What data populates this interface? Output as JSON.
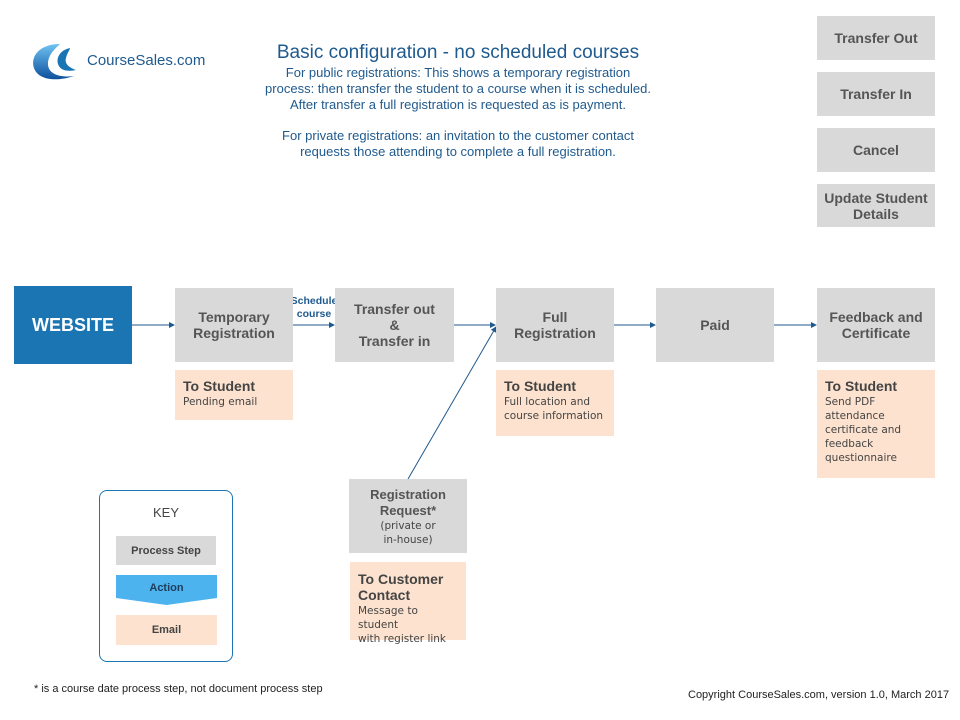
{
  "logo": {
    "text": "CourseSales.com",
    "icon": "coursesales-logo-icon"
  },
  "header": {
    "title": "Basic configuration - no scheduled courses",
    "public_desc": "For public registrations: This shows a temporary registration process: then transfer the student to a course when it is scheduled. After transfer a full registration is requested as is payment.",
    "private_desc": "For private registrations: an invitation to the customer contact requests those attending to complete a full registration."
  },
  "actions": [
    "Transfer Out",
    "Transfer In",
    "Cancel",
    "Update Student\nDetails"
  ],
  "flow": {
    "website": "WEBSITE",
    "steps": {
      "temporary": "Temporary\nRegistration",
      "transfer": "Transfer out\n&\nTransfer in",
      "full": "Full\nRegistration",
      "paid": "Paid",
      "feedback": "Feedback and\nCertificate",
      "request_title": "Registration\nRequest*",
      "request_sub": "(private or\nin-house)"
    },
    "edge_label": "Schedule\ncourse"
  },
  "emails": {
    "temporary": {
      "heading": "To Student",
      "body": "Pending email"
    },
    "full": {
      "heading": "To Student",
      "body": "Full location and\ncourse information"
    },
    "feedback": {
      "heading": "To Student",
      "body": "Send PDF\nattendance\ncertificate and\nfeedback\nquestionnaire"
    },
    "request": {
      "heading": "To Customer\nContact",
      "body": "Message to student\nwith register link"
    }
  },
  "key": {
    "title": "KEY",
    "process": "Process Step",
    "action": "Action",
    "email": "Email"
  },
  "footnote": "* is a course date process step, not document process step",
  "copyright": "Copyright CourseSales.com, version 1.0, March 2017",
  "colors": {
    "accent": "#1b75b3",
    "process": "#d9d9d9",
    "email": "#fde3cf",
    "action": "#4db3ef",
    "title_text": "#1f5a8e"
  }
}
